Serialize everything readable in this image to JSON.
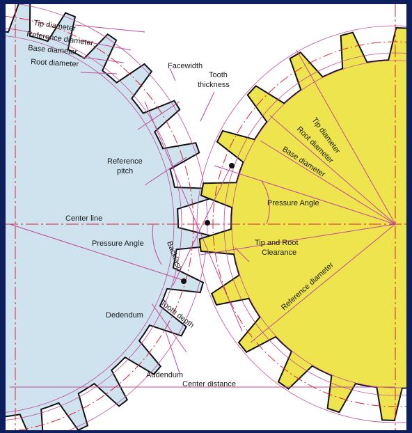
{
  "labels": {
    "left_tip_diameter": "Tip diameter",
    "left_reference_diameter": "Reference diameter",
    "left_base_diameter": "Base diameter",
    "left_root_diameter": "Root diameter",
    "facewidth": "Facewidth",
    "tooth_thickness_line1": "Tooth",
    "tooth_thickness_line2": "thickness",
    "reference_pitch_line1": "Reference",
    "reference_pitch_line2": "pitch",
    "center_line": "Center line",
    "pressure_angle_left": "Pressure Angle",
    "backlash": "Backlash",
    "dedendum": "Dedendum",
    "tooth_depth": "Tooth depth",
    "addendum": "Addendum",
    "center_distance": "Center distance",
    "right_tip_diameter": "Tip diameter",
    "right_root_diameter": "Root diameter",
    "right_base_diameter": "Base diameter",
    "pressure_angle_right": "Pressure Angle",
    "tip_root_clearance_line1": "Tip and Root",
    "tip_root_clearance_line2": "Clearance",
    "right_reference_diameter": "Reference diameter"
  },
  "colors": {
    "background": "#0d1f5c",
    "left_gear_fill": "#cfe3ef",
    "right_gear_fill": "#ede44e",
    "dimension_line": "#c0479a",
    "reference_circle": "#d9233a",
    "outline": "#111111"
  }
}
